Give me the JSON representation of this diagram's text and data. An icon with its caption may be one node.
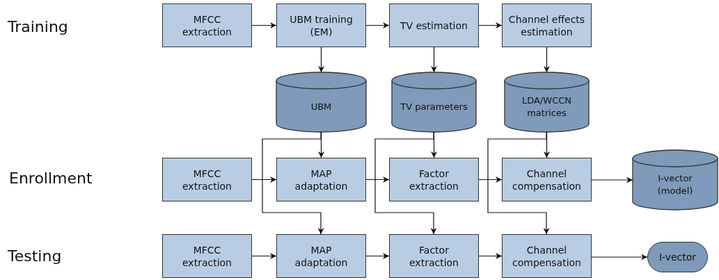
{
  "diagram": {
    "nodes": [
      {
        "text": [
          "MFCC extraction"
        ]
      },
      {
        "text": [
          "UBM training (EM)"
        ]
      },
      {
        "text": [
          "TV estimation"
        ]
      },
      {
        "text": [
          "Channel effects estimation"
        ]
      },
      {
        "text": [
          "UBM"
        ]
      },
      {
        "text": [
          "TV parameters"
        ]
      },
      {
        "text": [
          "LDA/WCCN matrices"
        ]
      },
      {
        "text": [
          "MFCC extraction"
        ]
      },
      {
        "text": [
          "MAP adaptation"
        ]
      },
      {
        "text": [
          "Factor extraction"
        ]
      },
      {
        "text": [
          "Channel compensation"
        ]
      },
      {
        "text": [
          "I-vector (model)"
        ]
      },
      {
        "text": [
          "MFCC extraction"
        ]
      },
      {
        "text": [
          "MAP adaptation"
        ]
      },
      {
        "text": [
          "Factor extraction"
        ]
      },
      {
        "text": [
          "Channel compensation"
        ]
      },
      {
        "text": [
          "I-vector"
        ]
      }
    ],
    "edges": [
      {
        "from": 0,
        "to": 1,
        "arrow": "to"
      },
      {
        "from": 1,
        "to": 2,
        "arrow": "to"
      },
      {
        "from": 2,
        "to": 3,
        "arrow": "to"
      },
      {
        "from": 1,
        "to": 4,
        "arrow": "to"
      },
      {
        "from": 2,
        "to": 5,
        "arrow": "to"
      },
      {
        "from": 3,
        "to": 6,
        "arrow": "to"
      },
      {
        "from": 4,
        "to": 8,
        "arrow": "to"
      },
      {
        "from": 5,
        "to": 9,
        "arrow": "to"
      },
      {
        "from": 6,
        "to": 10,
        "arrow": "to"
      },
      {
        "from": 4,
        "to": 13,
        "arrow": "to"
      },
      {
        "from": 5,
        "to": 14,
        "arrow": "to"
      },
      {
        "from": 6,
        "to": 15,
        "arrow": "to"
      },
      {
        "from": 7,
        "to": 8,
        "arrow": "to"
      },
      {
        "from": 8,
        "to": 9,
        "arrow": "to"
      },
      {
        "from": 9,
        "to": 10,
        "arrow": "to"
      },
      {
        "from": 10,
        "to": 11,
        "arrow": "to"
      },
      {
        "from": 12,
        "to": 13,
        "arrow": "to"
      },
      {
        "from": 13,
        "to": 14,
        "arrow": "to"
      },
      {
        "from": 14,
        "to": 15,
        "arrow": "to"
      },
      {
        "from": 15,
        "to": 16,
        "arrow": "to"
      }
    ],
    "labels": [
      "Training",
      "Enrollment",
      "Testing"
    ]
  }
}
